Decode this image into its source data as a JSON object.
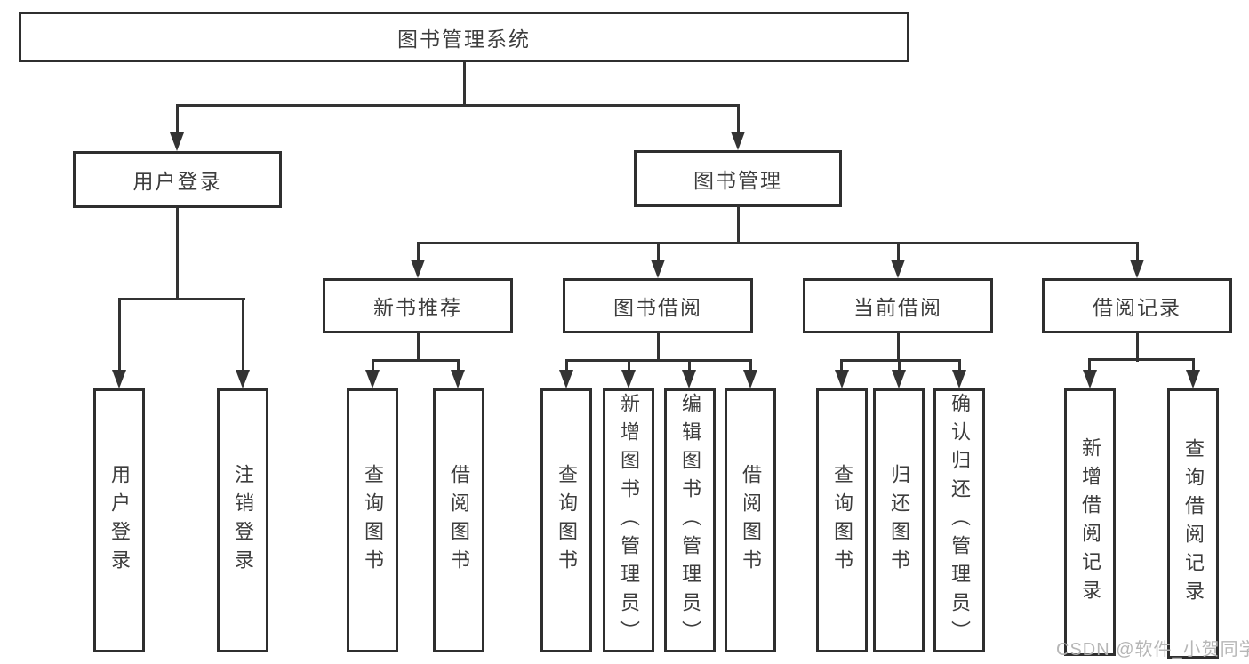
{
  "colors": {
    "line": "#333333",
    "border": "#2f2f2f",
    "text": "#3d3d3d",
    "watermark": "#b2b2b2",
    "background": "#ffffff"
  },
  "watermark": {
    "text": "CSDN @软件_小贺同学"
  },
  "tree": {
    "root": "图书管理系统",
    "branches": [
      {
        "label": "用户登录",
        "children": [
          {
            "label": "用户登录"
          },
          {
            "label": "注销登录"
          }
        ]
      },
      {
        "label": "图书管理",
        "children": [
          {
            "label": "新书推荐",
            "children": [
              {
                "label": "查询图书"
              },
              {
                "label": "借阅图书"
              }
            ]
          },
          {
            "label": "图书借阅",
            "children": [
              {
                "label": "查询图书"
              },
              {
                "label": "新增图书（管理员）"
              },
              {
                "label": "编辑图书（管理员）"
              },
              {
                "label": "借阅图书"
              }
            ]
          },
          {
            "label": "当前借阅",
            "children": [
              {
                "label": "查询图书"
              },
              {
                "label": "归还图书"
              },
              {
                "label": "确认归还（管理员）"
              }
            ]
          },
          {
            "label": "借阅记录",
            "children": [
              {
                "label": "新增借阅记录"
              },
              {
                "label": "查询借阅记录"
              }
            ]
          }
        ]
      }
    ]
  }
}
